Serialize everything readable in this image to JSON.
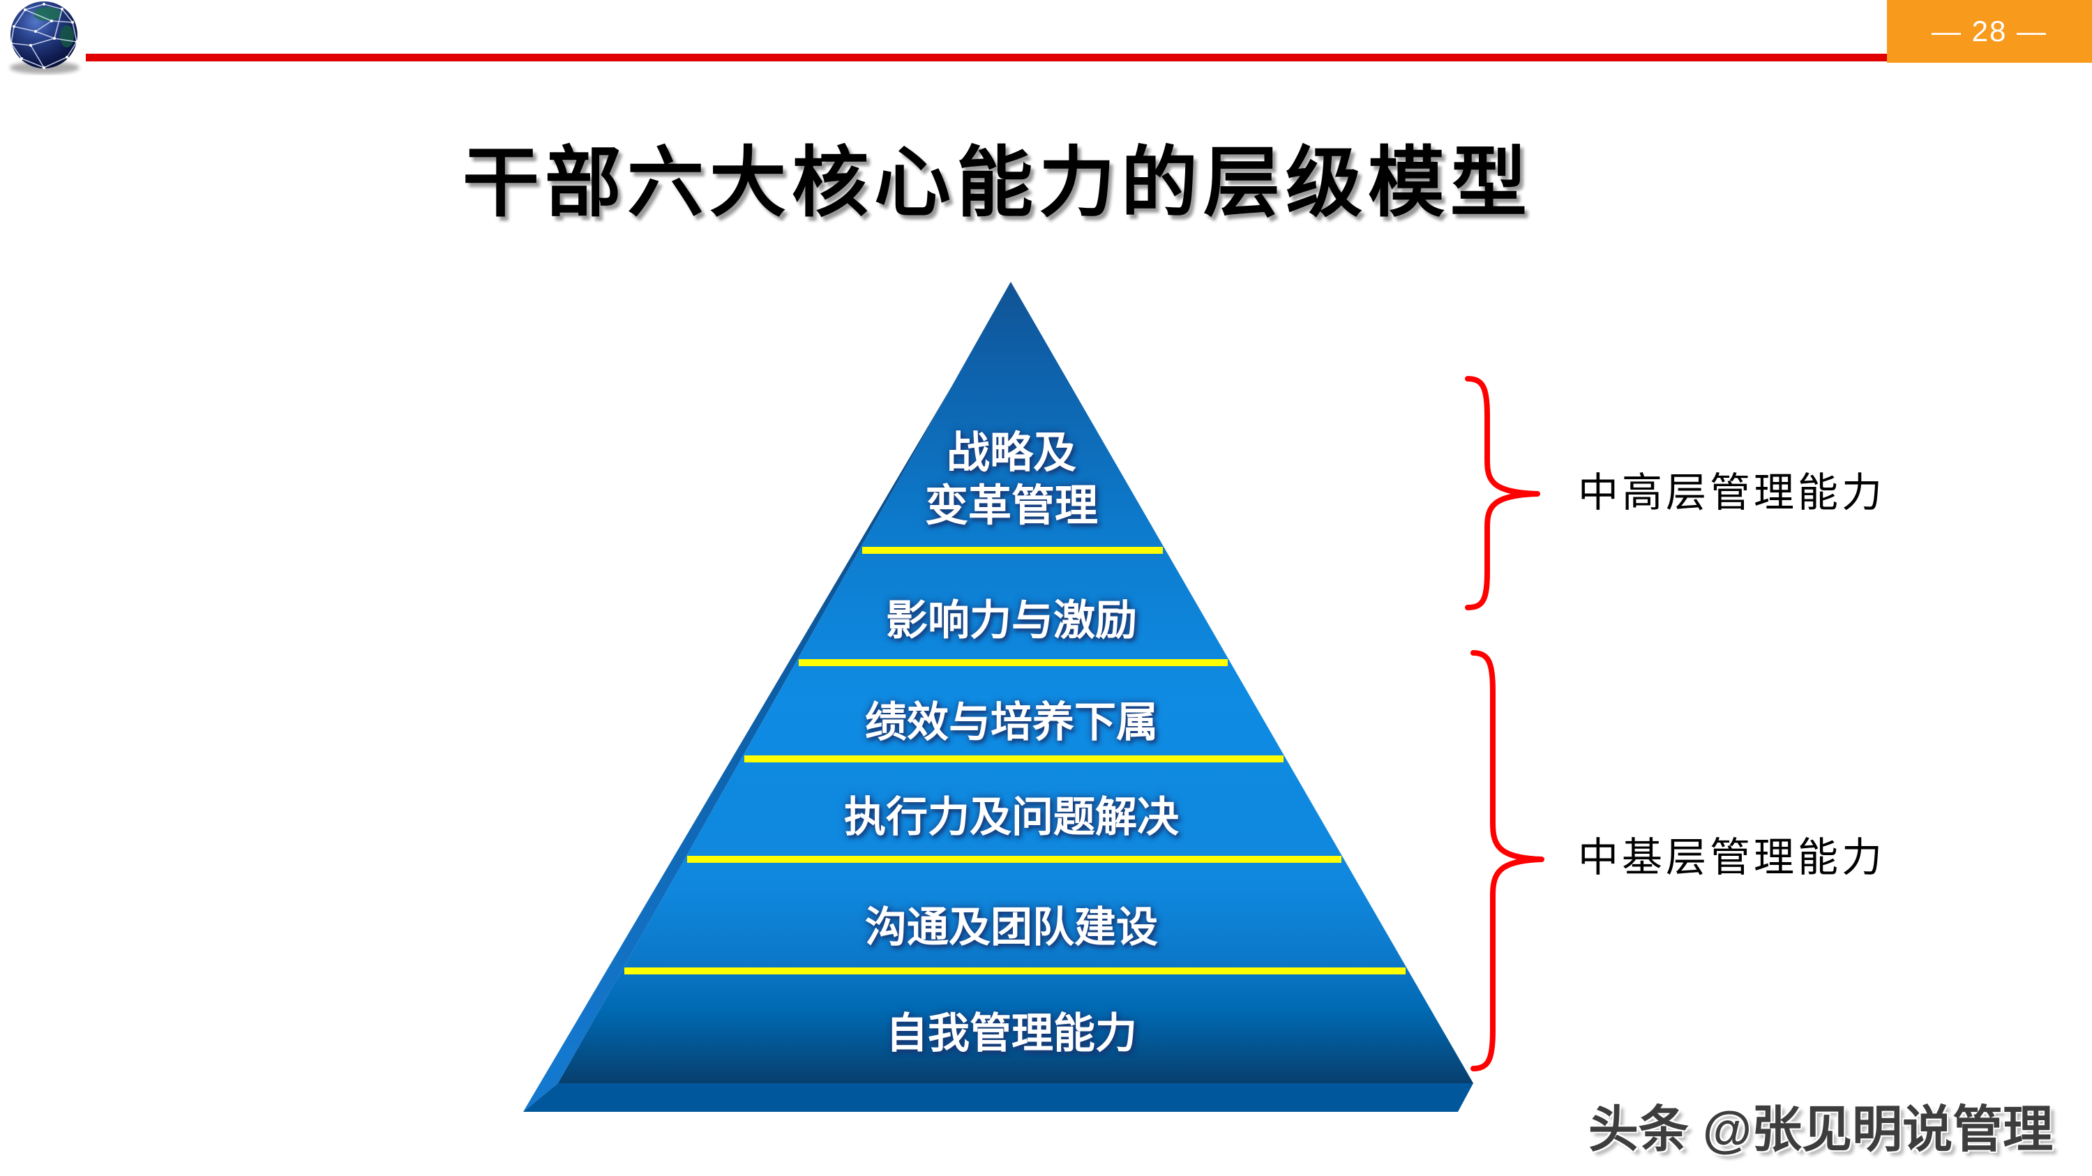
{
  "page": {
    "number_label": "— 28 —"
  },
  "title": "干部六大核心能力的层级模型",
  "pyramid": {
    "levels": [
      {
        "label": "战略及\n变革管理"
      },
      {
        "label": "影响力与激励"
      },
      {
        "label": "绩效与培养下属"
      },
      {
        "label": "执行力及问题解决"
      },
      {
        "label": "沟通及团队建设"
      },
      {
        "label": "自我管理能力"
      }
    ],
    "divider_color": "#FFFF00"
  },
  "annotations": {
    "upper_group_label": "中高层管理能力",
    "lower_group_label": "中基层管理能力",
    "brace_color": "#FF0000"
  },
  "watermark": "头条 @张见明说管理",
  "colors": {
    "accent_red_rule": "#E00000",
    "page_box_orange": "#F89B1D",
    "pyramid_top_dark": "#115393",
    "pyramid_bright": "#0F8BE3",
    "pyramid_bottom_dark": "#073F6E",
    "pyramid_base_face": "#01579B"
  }
}
